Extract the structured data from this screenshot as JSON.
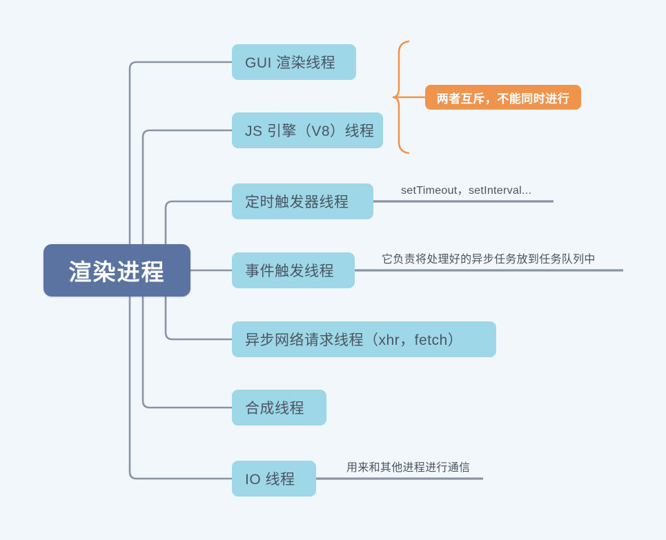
{
  "diagram": {
    "title": "渲染进程",
    "background_color": "#f2f7fb",
    "root": {
      "label": "渲染进程",
      "color": "#5a73a0",
      "text_color": "#ffffff"
    },
    "node_color": "#9ed8e8",
    "node_text_color": "#4a5560",
    "badge_color": "#f0944d",
    "connector_color": "#8a93a6",
    "brace_color": "#f0944d",
    "children": [
      {
        "label": "GUI 渲染线程"
      },
      {
        "label": "JS 引擎（V8）线程"
      },
      {
        "label": "定时触发器线程"
      },
      {
        "label": "事件触发线程"
      },
      {
        "label": "异步网络请求线程（xhr，fetch）"
      },
      {
        "label": "合成线程"
      },
      {
        "label": "IO 线程"
      }
    ],
    "badges": [
      {
        "label": "两者互斥，不能同时进行"
      }
    ],
    "annotations": [
      {
        "label": "setTimeout，setInterval..."
      },
      {
        "label": "它负责将处理好的异步任务放到任务队列中"
      },
      {
        "label": "用来和其他进程进行通信"
      }
    ]
  }
}
